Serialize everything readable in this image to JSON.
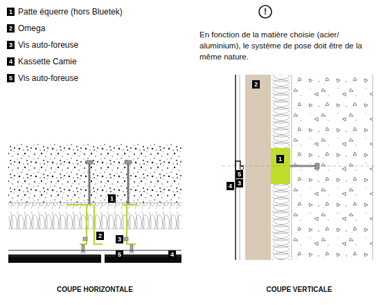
{
  "diagram": {
    "labels": [
      "1",
      "2",
      "3",
      "4",
      "5",
      "!",
      "En fonction de la matière choisie (acier/ aluminium), le système de pose doit être de la même nature.",
      "1",
      "2",
      "3",
      "5",
      "4",
      "COUPE HORIZONTALE",
      "2",
      "1",
      "5",
      "3",
      "4",
      "COUPE VERTICALE"
    ],
    "legend": [
      {
        "text": "Patte équerre (hors Bluetek)",
        "color": "#000000"
      },
      {
        "text": "Omega",
        "color": "#000000"
      },
      {
        "text": "Vis auto-foreuse",
        "color": "#000000"
      },
      {
        "text": "Kassette Camie",
        "color": "#000000"
      },
      {
        "text": "Vis auto-foreuse",
        "color": "#000000"
      }
    ]
  }
}
